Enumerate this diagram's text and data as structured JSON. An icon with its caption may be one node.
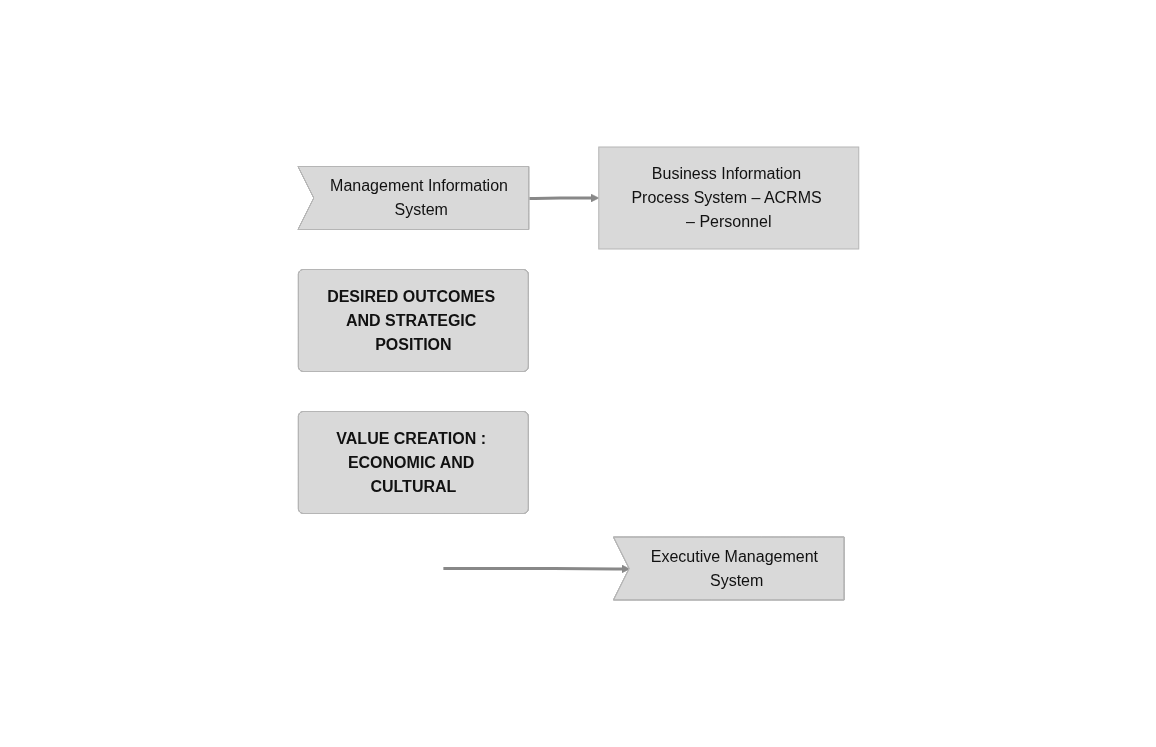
{
  "diagram": {
    "nodes": [
      {
        "text": [
          "Business Information Process System – ACRMS – Personnel"
        ]
      },
      {
        "text": [
          "Management Information System"
        ]
      },
      {
        "text": [
          "Executive Management System"
        ]
      },
      {
        "text": [
          "DESIRED OUTCOMES AND STRATEGIC POSITION"
        ]
      },
      {
        "text": [
          "VALUE CREATION : ECONOMIC AND CULTURAL"
        ]
      }
    ],
    "edges": [
      {
        "from": 1,
        "to": 0,
        "arrow": "to"
      },
      {
        "from": null,
        "to": 2,
        "arrow": "to"
      }
    ]
  }
}
